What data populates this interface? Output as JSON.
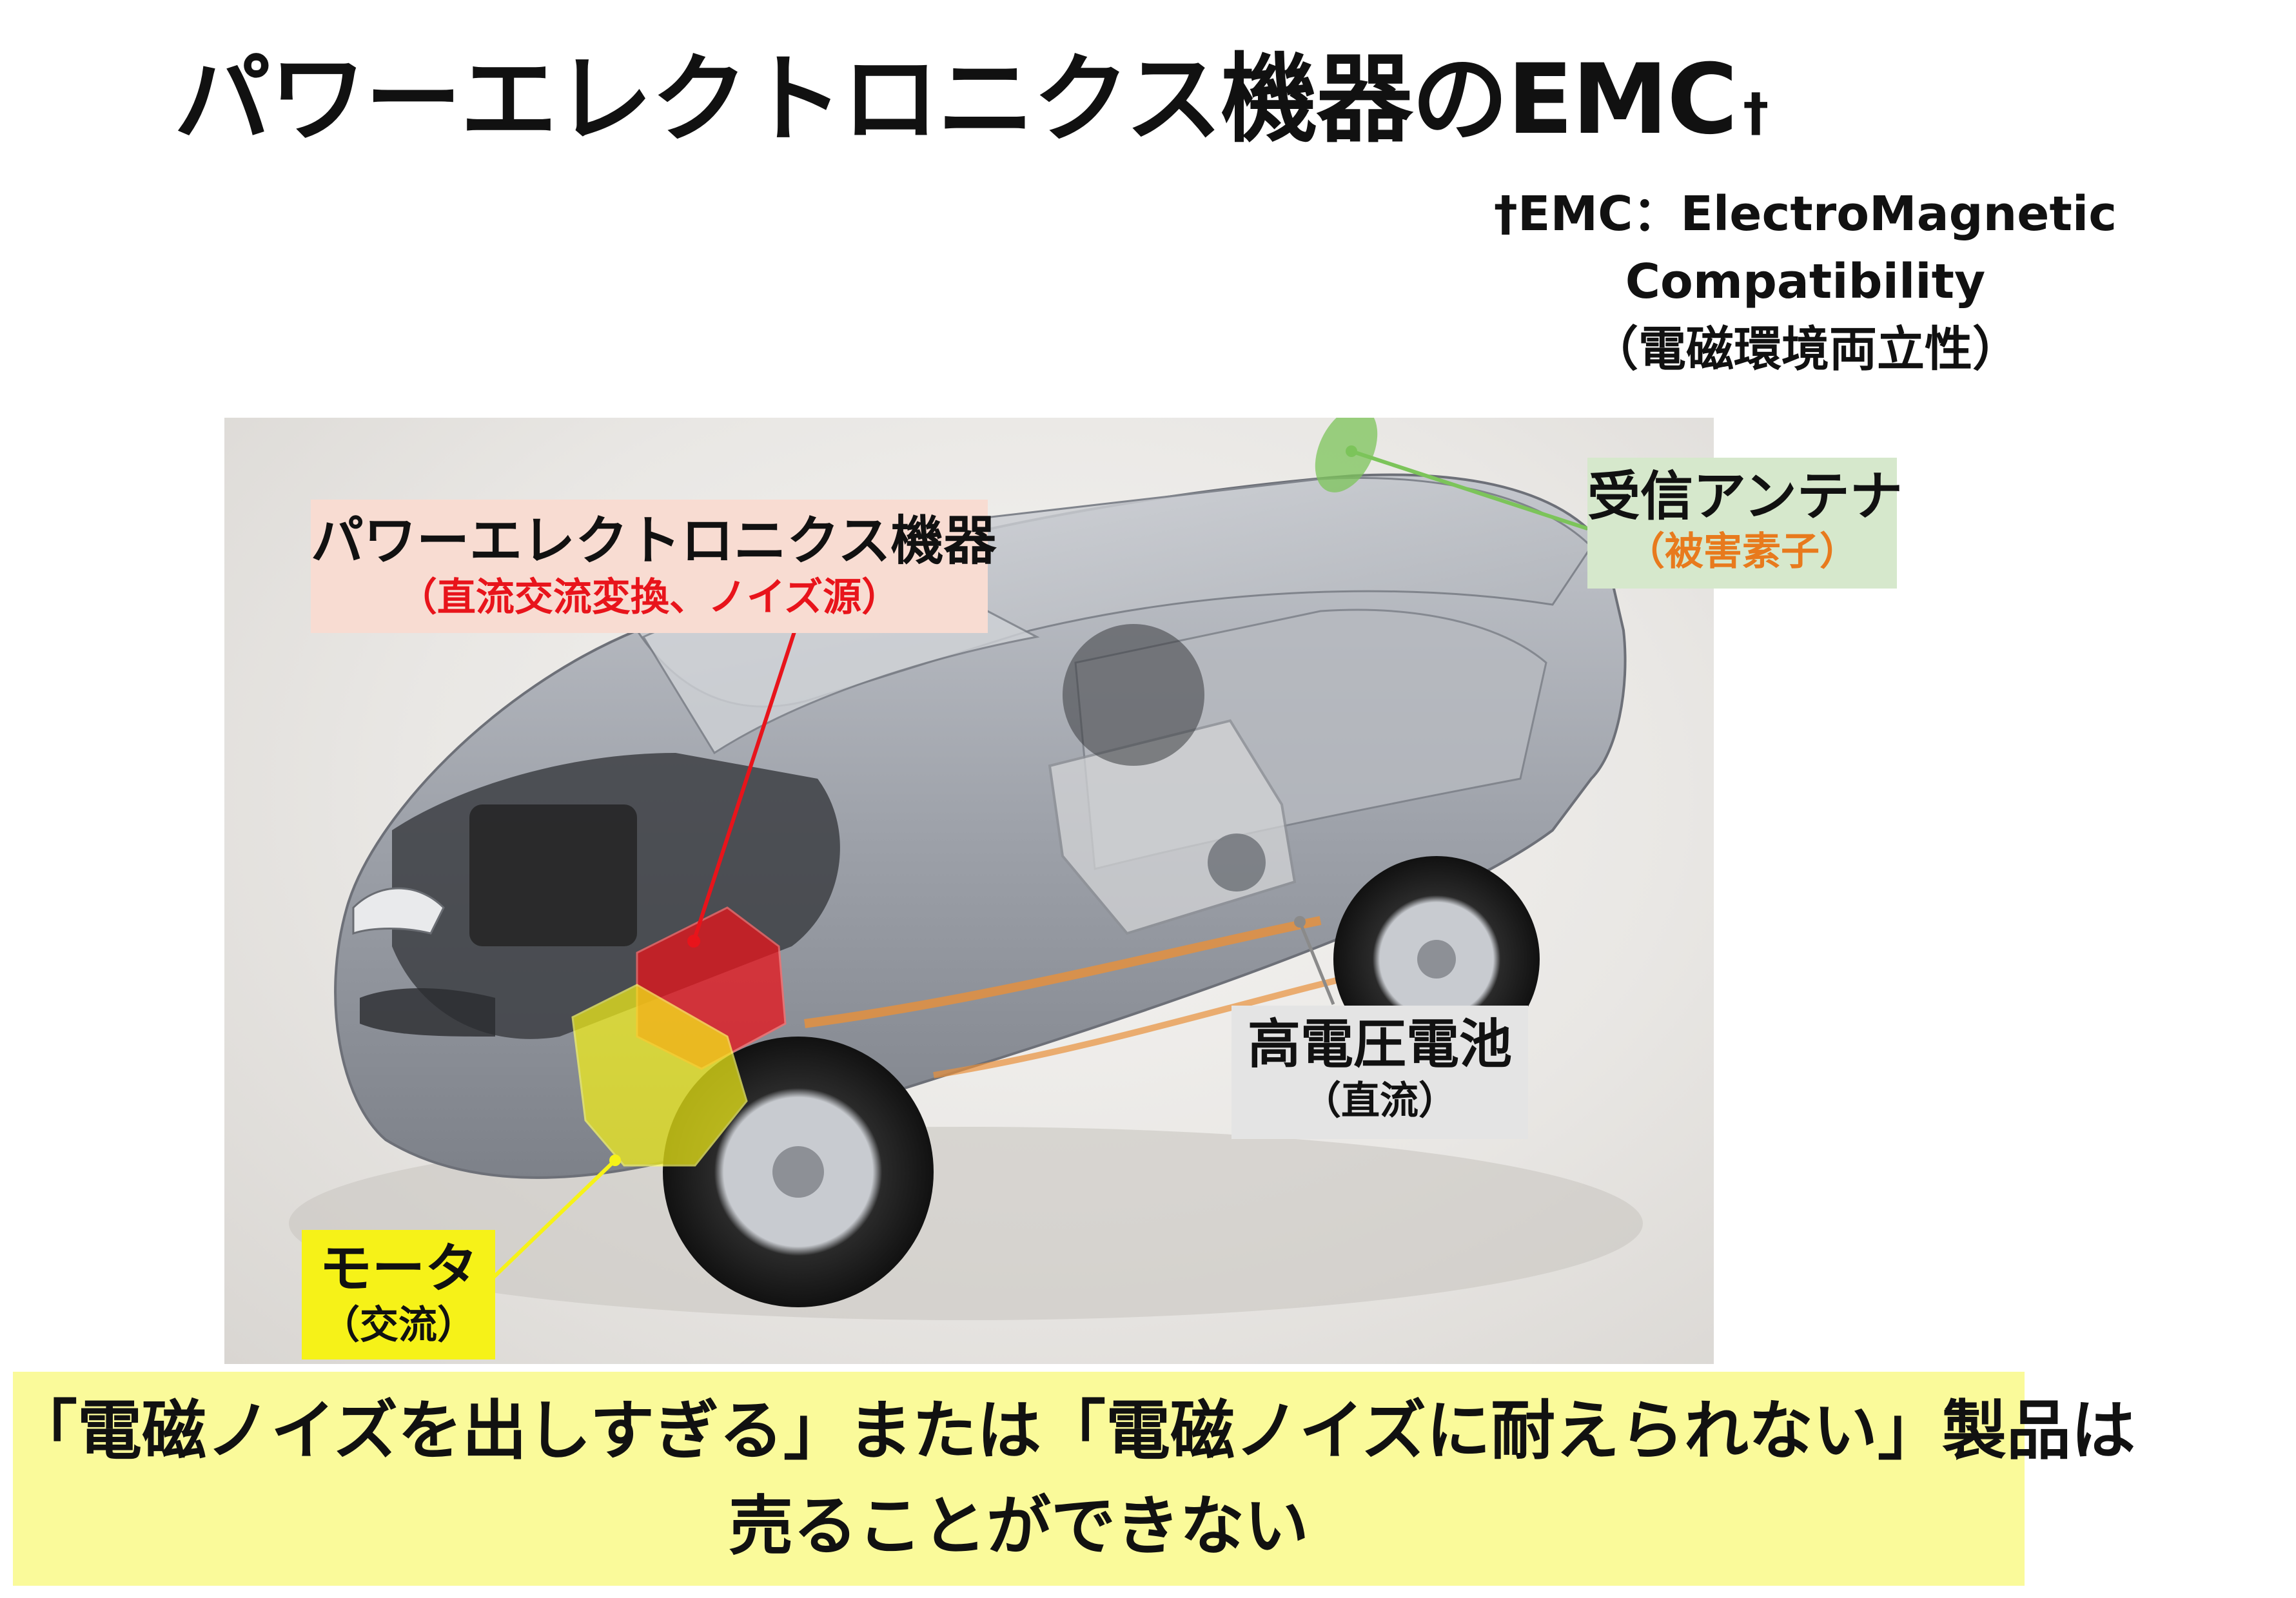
{
  "title": {
    "text": "パワーエレクトロニクス機器のEMC",
    "dagger": "†"
  },
  "footnote": {
    "line1": "†EMC：ElectroMagnetic Compatibility",
    "line2": "（電磁環境両立性）"
  },
  "callouts": {
    "power_electronics": {
      "label": "パワーエレクトロニクス機器",
      "sub": "（直流交流変換、ノイズ源）"
    },
    "antenna": {
      "label": "受信アンテナ",
      "sub": "（被害素子）"
    },
    "battery": {
      "label": "高電圧電池",
      "sub": "（直流）"
    },
    "motor": {
      "label": "モータ",
      "sub": "（交流）"
    }
  },
  "banner": {
    "line1": "「電磁ノイズを出しすぎる」または「電磁ノイズに耐えられない」製品は",
    "line2": "売ることができない"
  },
  "colors": {
    "power_highlight": "#e8141b",
    "motor_highlight": "#f6f218",
    "antenna_highlight": "#7cc45a",
    "battery_leader": "#8a8a8a",
    "car_body": "#9a9ea6"
  }
}
